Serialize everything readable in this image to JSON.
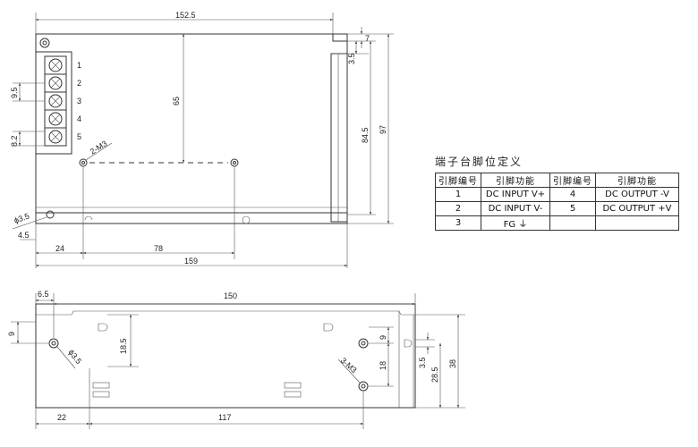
{
  "dimensions": {
    "top_width": "152.5",
    "top_7": "7",
    "top_3_5": "3.5",
    "v_65": "65",
    "v_84_5": "84.5",
    "v_97": "97",
    "pitch_9_5": "9.5",
    "pitch_8_2": "8.2",
    "m3_top": "2-M3",
    "hole_3_5": "ϕ3.5",
    "edge_4_5": "4.5",
    "h_24": "24",
    "h_78": "78",
    "h_159": "159",
    "b_6_5": "6.5",
    "b_150": "150",
    "b_9_left": "9",
    "b_18_5": "18.5",
    "b_hole": "ϕ3.5",
    "b_m3": "3-M3",
    "b_9_right": "9",
    "b_18": "18",
    "b_3_5": "3.5",
    "b_28_5": "28.5",
    "b_38": "38",
    "b_22": "22",
    "b_117": "117"
  },
  "terminal_numbers": [
    "1",
    "2",
    "3",
    "4",
    "5"
  ],
  "pin_table": {
    "title": "端子台脚位定义",
    "headers": [
      "引脚编号",
      "引脚功能",
      "引脚编号",
      "引脚功能"
    ],
    "rows": [
      [
        "1",
        "DC INPUT V+",
        "4",
        "DC OUTPUT -V"
      ],
      [
        "2",
        "DC INPUT V-",
        "5",
        "DC OUTPUT +V"
      ],
      [
        "3",
        "FG ⏚",
        "",
        ""
      ]
    ]
  }
}
